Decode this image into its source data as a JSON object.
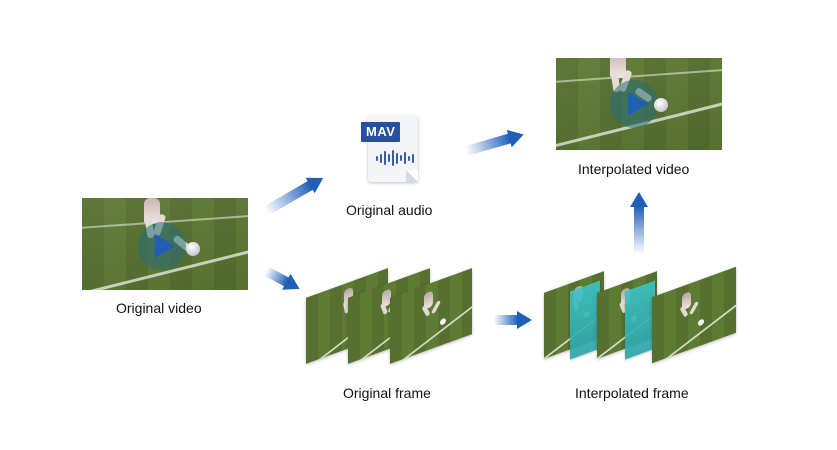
{
  "labels": {
    "original_video": "Original video",
    "original_audio": "Original audio",
    "interpolated_video": "Interpolated video",
    "original_frame": "Original frame",
    "interpolated_frame": "Interpolated frame"
  },
  "audio_file": {
    "badge": "MAV"
  },
  "icons": [
    "play-icon",
    "audio-file-icon",
    "waveform-icon",
    "arrow-icon"
  ],
  "colors": {
    "arrow": "#1f5fb8",
    "file_badge": "#27509e",
    "interpolated_frame_overlay": "#3cc2c3",
    "pitch_green": "#55702f"
  }
}
